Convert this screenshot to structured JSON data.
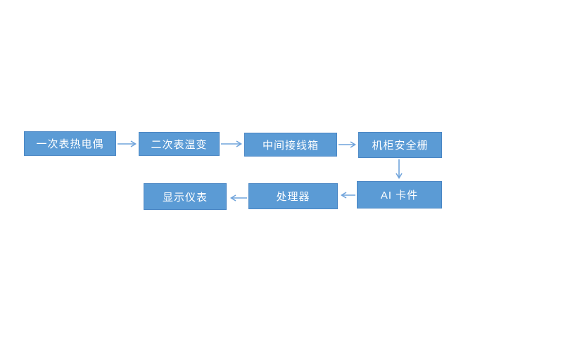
{
  "diagram": {
    "type": "flowchart",
    "description": "Temperature measurement signal flow diagram",
    "colors": {
      "background": "#ffffff",
      "node_fill": "#5b9bd5",
      "node_border": "#4a86c4",
      "arrow": "#6fa3db",
      "text": "#ffffff"
    },
    "nodes": [
      {
        "id": "primary-thermocouple",
        "label": "一次表热电偶"
      },
      {
        "id": "secondary-transmitter",
        "label": "二次表温变"
      },
      {
        "id": "junction-box",
        "label": "中间接线箱"
      },
      {
        "id": "safety-barrier",
        "label": "机柜安全栅"
      },
      {
        "id": "ai-card",
        "label": "AI 卡件"
      },
      {
        "id": "processor",
        "label": "处理器"
      },
      {
        "id": "display-instrument",
        "label": "显示仪表"
      }
    ],
    "edges": [
      {
        "from": "一次表热电偶",
        "to": "二次表温变",
        "direction": "right"
      },
      {
        "from": "二次表温变",
        "to": "中间接线箱",
        "direction": "right"
      },
      {
        "from": "中间接线箱",
        "to": "机柜安全栅",
        "direction": "right"
      },
      {
        "from": "机柜安全栅",
        "to": "AI 卡件",
        "direction": "down"
      },
      {
        "from": "AI 卡件",
        "to": "处理器",
        "direction": "left"
      },
      {
        "from": "处理器",
        "to": "显示仪表",
        "direction": "left"
      }
    ]
  }
}
